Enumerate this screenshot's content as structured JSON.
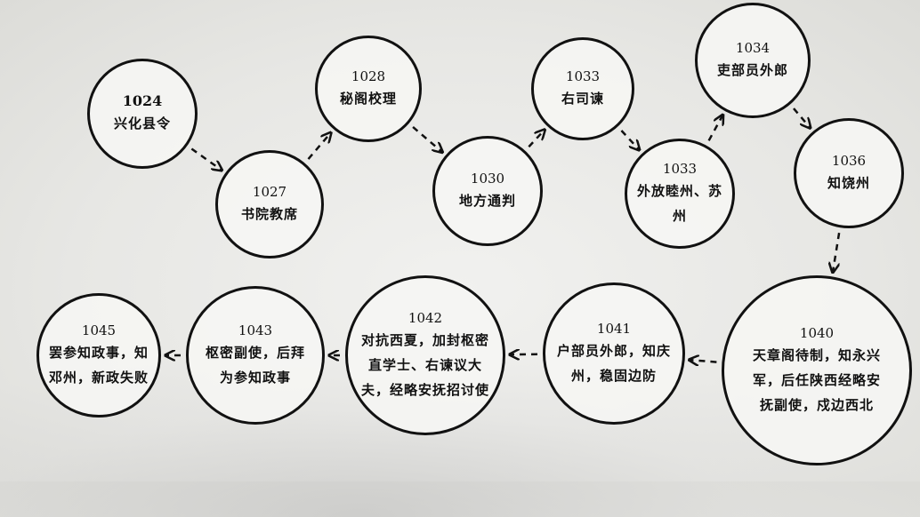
{
  "nodes": [
    {
      "id": "n1024",
      "year": "1024",
      "text": "兴化县令",
      "emph": true
    },
    {
      "id": "n1027",
      "year": "1027",
      "text": "书院教席"
    },
    {
      "id": "n1028",
      "year": "1028",
      "text": "秘阁校理"
    },
    {
      "id": "n1030",
      "year": "1030",
      "text": "地方通判"
    },
    {
      "id": "n1033a",
      "year": "1033",
      "text": "右司谏"
    },
    {
      "id": "n1033b",
      "year": "1033",
      "text": "外放睦州、苏州"
    },
    {
      "id": "n1034",
      "year": "1034",
      "text": "吏部员外郎"
    },
    {
      "id": "n1036",
      "year": "1036",
      "text": "知饶州"
    },
    {
      "id": "n1040",
      "year": "1040",
      "text": "天章阁待制，知永兴军，后任陕西经略安抚副使，戍边西北"
    },
    {
      "id": "n1041",
      "year": "1041",
      "text": "户部员外郎，知庆州，稳固边防"
    },
    {
      "id": "n1042",
      "year": "1042",
      "text": "对抗西夏，加封枢密直学士、右谏议大夫，经略安抚招讨使"
    },
    {
      "id": "n1043",
      "year": "1043",
      "text": "枢密副使，后拜为参知政事"
    },
    {
      "id": "n1045",
      "year": "1045",
      "text": "罢参知政事，知邓州，新政失败"
    }
  ],
  "edges": [
    [
      "n1024",
      "n1027"
    ],
    [
      "n1027",
      "n1028"
    ],
    [
      "n1028",
      "n1030"
    ],
    [
      "n1030",
      "n1033a"
    ],
    [
      "n1033a",
      "n1033b"
    ],
    [
      "n1033b",
      "n1034"
    ],
    [
      "n1034",
      "n1036"
    ],
    [
      "n1036",
      "n1040"
    ],
    [
      "n1040",
      "n1041"
    ],
    [
      "n1041",
      "n1042"
    ],
    [
      "n1042",
      "n1043"
    ],
    [
      "n1043",
      "n1045"
    ]
  ]
}
